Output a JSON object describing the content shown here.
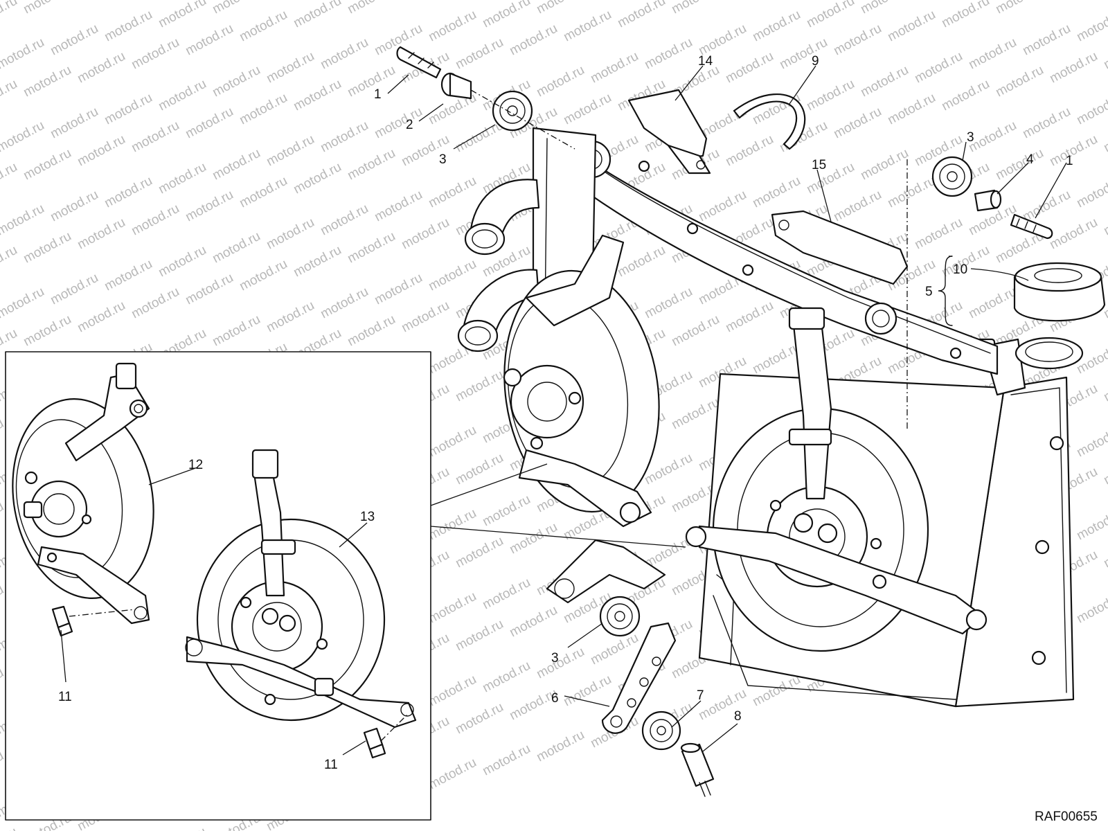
{
  "drawing_code": "RAF00655",
  "watermark_text": "motod.ru",
  "colors": {
    "line": "#111111",
    "background": "#ffffff",
    "watermark": "#b8b8b8"
  },
  "callouts": {
    "c1_top": "1",
    "c2": "2",
    "c3_top": "3",
    "c14": "14",
    "c9": "9",
    "c15": "15",
    "c3_right": "3",
    "c4": "4",
    "c1_right": "1",
    "c10": "10",
    "c5": "5",
    "c12": "12",
    "c13": "13",
    "c11_left": "11",
    "c11_mid": "11",
    "c3_bottom": "3",
    "c6": "6",
    "c7": "7",
    "c8": "8"
  }
}
